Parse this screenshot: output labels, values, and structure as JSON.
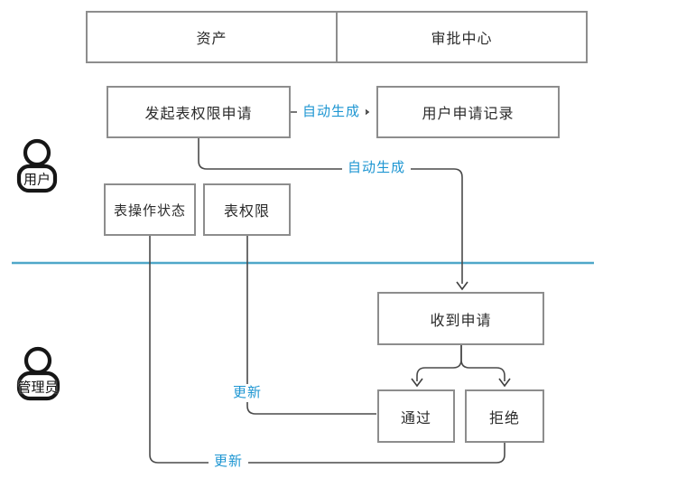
{
  "colors": {
    "box_border": "#8D8D8D",
    "connector": "#4A4A4A",
    "lane_divider": "#4FA7C9",
    "edge_label_blue": "#1E96D2",
    "box_text": "#2B2B2B",
    "icon_black": "#161616"
  },
  "header": {
    "left_cell": "资产",
    "right_cell": "审批中心"
  },
  "lanes": {
    "top_actor": "用户",
    "bottom_actor": "管理员"
  },
  "nodes": {
    "initiate": "发起表权限申请",
    "record": "用户申请记录",
    "op_status": "表操作状态",
    "perm": "表权限",
    "receive": "收到申请",
    "approve": "通过",
    "reject": "拒绝"
  },
  "edge_labels": {
    "auto_gen_1": "自动生成",
    "auto_gen_2": "自动生成",
    "update_1": "更新",
    "update_2": "更新"
  }
}
